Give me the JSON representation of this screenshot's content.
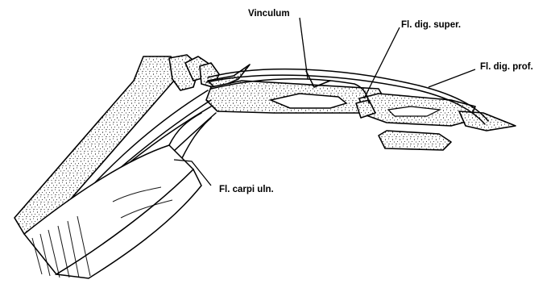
{
  "figure": {
    "labels": {
      "vinculum": "Vinculum",
      "fl_dig_super": "Fl. dig. super.",
      "fl_dig_prof": "Fl. dig. prof.",
      "fl_carpi_uln": "Fl. carpi uln."
    },
    "colors": {
      "ink": "#000000",
      "paper": "#ffffff"
    }
  }
}
